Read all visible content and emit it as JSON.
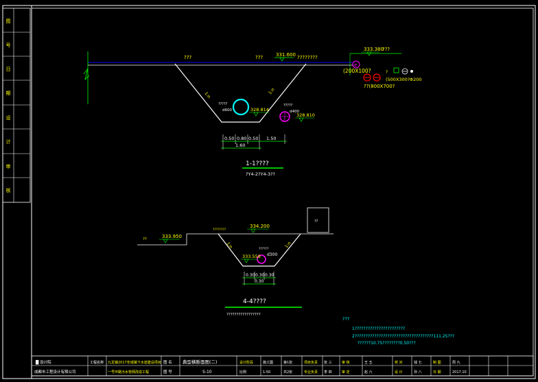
{
  "colors": {
    "background": "#000000",
    "frame": "#ffffff",
    "ground_line": "#0000ff",
    "label_yellow": "#ffff00",
    "label_green": "#00ff00",
    "pipe_cyan": "#00ffff",
    "pipe_magenta": "#ff00ff",
    "symbol_red": "#ff0000",
    "notes_cyan": "#00ffff"
  },
  "section_1": {
    "label_left": "???",
    "label_mid": "???",
    "elev_center": "331.600",
    "label_right": "????????",
    "slope_left": "1:n",
    "slope_right": "1:n",
    "pipe_cyan_label": "?????",
    "pipe_cyan_dia": "d600",
    "pipe_cyan_elev": "328.814",
    "pipe_magenta_label": "?????",
    "pipe_magenta_dia": "d400",
    "pipe_magenta_elev": "328.810",
    "road_elev": "333.380",
    "road_label": "???",
    "box_left": "(200X100?",
    "box_mid": "??(800X700?",
    "box_right": "(500X300?",
    "box_right_dia": "Φ200",
    "dims_top": [
      "0.50",
      "0.80",
      "0.50",
      "1.50"
    ],
    "dims_bottom": "1.60",
    "title": "1-1????",
    "subtitle": "?Y4-2?Y4-3??"
  },
  "section_2": {
    "left_label": "??",
    "left_elev": "333.950",
    "top_label": "????????",
    "top_elev": "334.200",
    "box_label": "??",
    "slope_left": "1:n",
    "slope_right": "1:n",
    "pipe_label": "??????",
    "pipe_elev": "333.558",
    "pipe_dia": "d300",
    "dims_top": [
      "0.30",
      "0.30",
      "0.30"
    ],
    "dims_bottom": "0.30",
    "title": "4-4????",
    "subtitle": "?????????????????"
  },
  "notes": {
    "heading": "???",
    "line1": "1???????????????????????",
    "line2": "2????????????????????????????????????111.25???",
    "line3": "??????10.75????????0.50???"
  },
  "side_strip_labels": [
    "图",
    "号",
    "日",
    "期",
    "设",
    "计",
    "审",
    "核"
  ],
  "title_block": {
    "company": "成都市工程设计有限公司",
    "logo_text": "█ 设计院",
    "project_label": "工程名称",
    "project": "九龙镇2017年城镇下水道建设项目",
    "project_line2": "一号环路污水管网改造工程",
    "drawing_label": "图 名",
    "drawing_name": "典型横断面图(二)",
    "number_label": "图 号",
    "number": "S-10",
    "stage_label": "设计阶段",
    "stage": "施工图",
    "scale_label": "比例",
    "scale": "1:50",
    "sheet_label": "第1张",
    "sheet": "共2张",
    "role_labels": [
      "项目负责",
      "专业负责",
      "审 核",
      "审 定",
      "校 对",
      "设 计",
      "制 图",
      "日 期"
    ],
    "role_names": [
      "张 三",
      "李 四",
      "王 五",
      "赵 六",
      "钱 七",
      "孙 八",
      "周 九",
      "2017.10"
    ]
  }
}
